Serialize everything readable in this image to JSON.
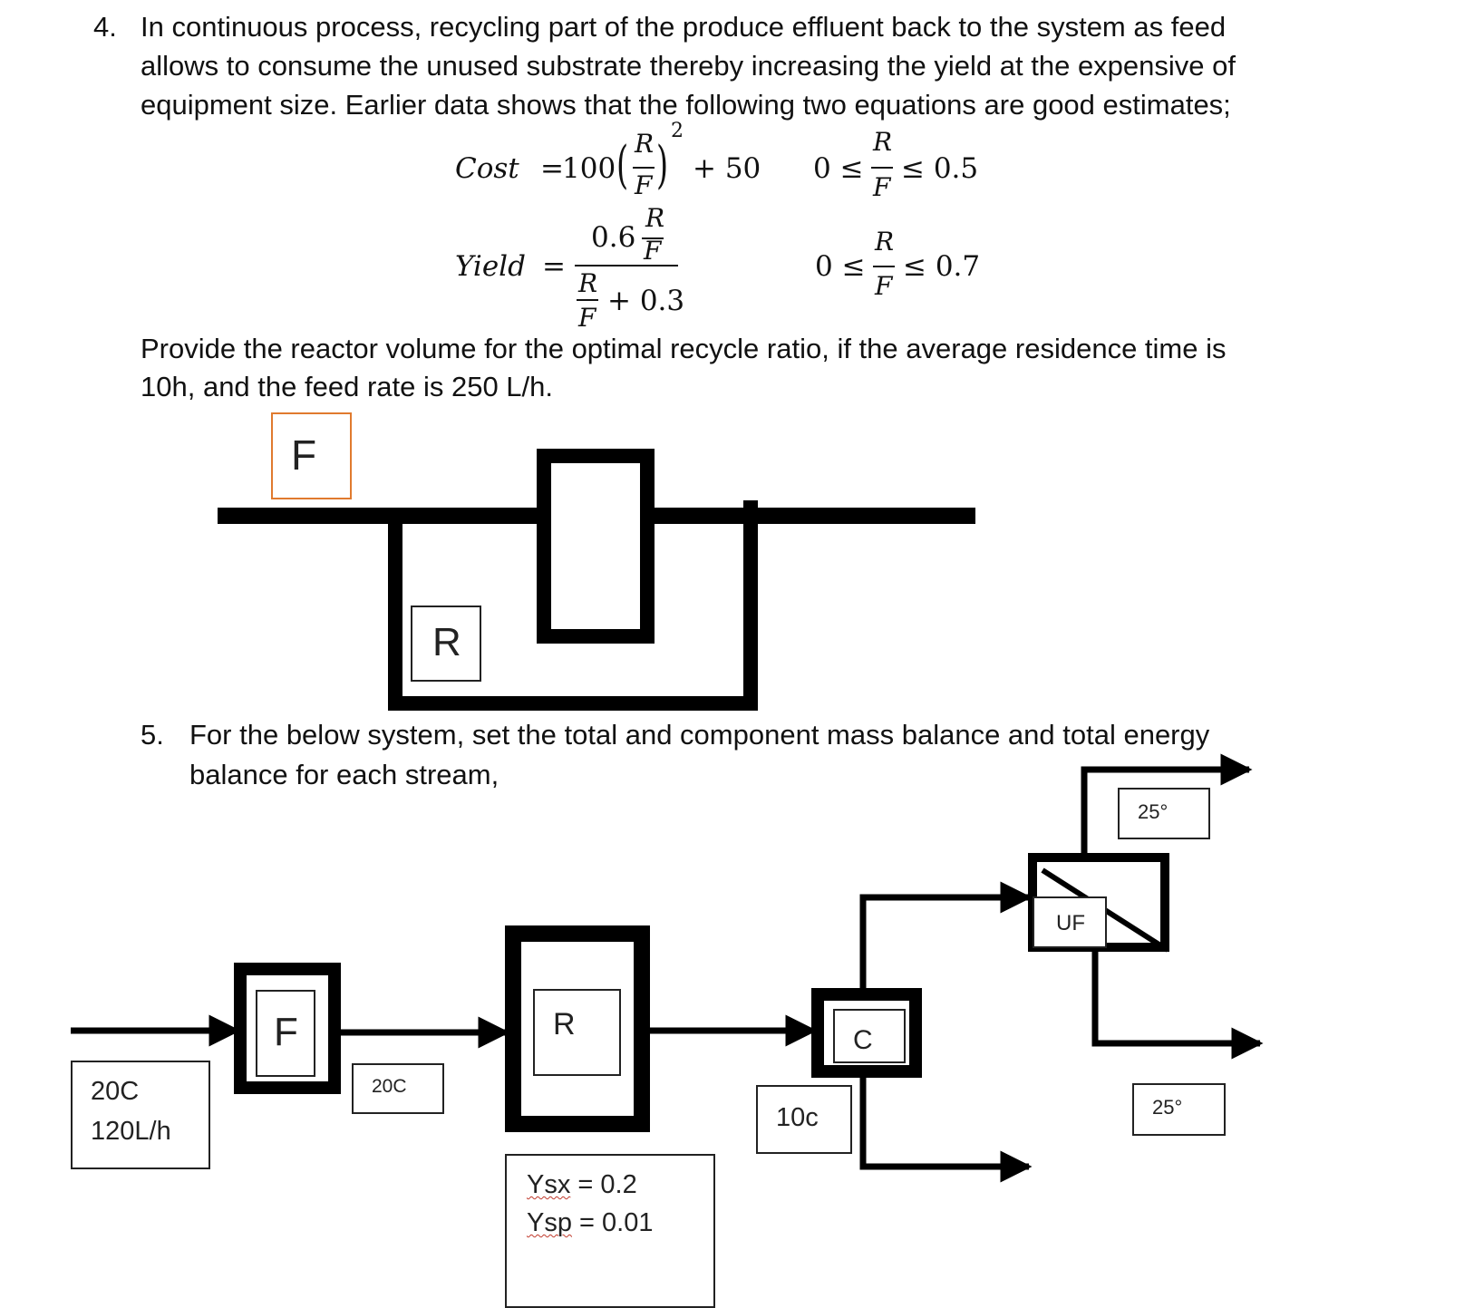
{
  "q4": {
    "number": "4.",
    "line1": "In continuous process, recycling part of the produce effluent back to the system as feed",
    "line2": "allows to consume the unused substrate thereby increasing the yield at the expensive of",
    "line3": "equipment size. Earlier data shows that the following two equations are good estimates;",
    "eq_cost_label": "Cost",
    "eq_eq": "=",
    "eq_coef": "100",
    "eq_paren_open": "(",
    "eq_paren_close": ")",
    "eq_exp": "2",
    "eq_plus50": "+ 50",
    "frac_R": "R",
    "frac_F": "F",
    "range_zero": "0 ≤",
    "range_cost_upper": "≤ 0.5",
    "eq_yield_label": "Yield",
    "yield_num_coef": "0.6",
    "yield_den_plus": "+ 0.3",
    "range_yield_upper": "≤ 0.7",
    "line4": "Provide the reactor volume for the optimal recycle ratio, if the average residence time is",
    "line5": "10h, and the feed rate is 250 L/h.",
    "diagram": {
      "feed_label": "F",
      "recycle_label": "R"
    }
  },
  "q5": {
    "number": "5.",
    "line1": "For the below system, set the total and component mass balance and total energy",
    "line2": "balance for each stream,",
    "feed_info_temp": "20C",
    "feed_info_flow": "120L/h",
    "unit_f": "F",
    "after_f_temp": "20C",
    "unit_r": "R",
    "yield_sx_label": "Ysx",
    "yield_sx_value": "= 0.2",
    "yield_sp_label": "Ysp",
    "yield_sp_value": "= 0.01",
    "unit_c": "C",
    "after_c_temp": "10c",
    "unit_uf": "UF",
    "uf_top_temp": "25°",
    "uf_bottom_temp": "25°"
  },
  "colors": {
    "feed_box_border": "#e07a2e",
    "line": "#000000",
    "squiggle": "#c0392b"
  }
}
